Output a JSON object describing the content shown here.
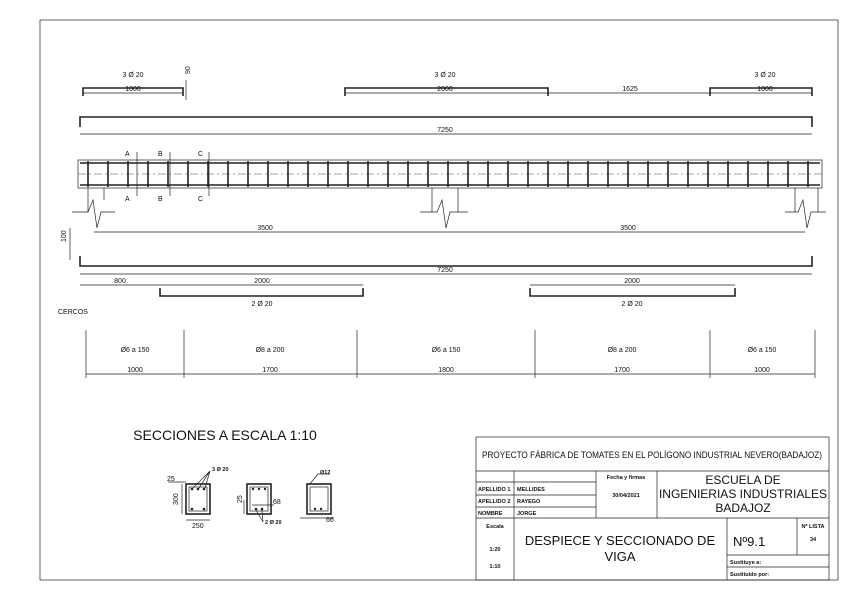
{
  "top_bars": [
    {
      "label": "3 Ø 20",
      "length": "1000"
    },
    {
      "label": "3 Ø 20",
      "length": "2000"
    },
    {
      "label": "3 Ø 20",
      "length": "1000"
    }
  ],
  "hook_dim": "90",
  "gap_dim": "1625",
  "total_top": "7250",
  "section_marks": [
    "A",
    "B",
    "C"
  ],
  "support_height": "100",
  "spans": [
    "3500",
    "3500"
  ],
  "total_bottom": "7250",
  "bottom_offset": "800",
  "bottom_bars": [
    {
      "label": "2 Ø 20",
      "length": "2000"
    },
    {
      "label": "2 Ø 20",
      "length": "2000"
    }
  ],
  "stirrups": {
    "title": "CERCOS",
    "zones": [
      {
        "spec": "Ø6 a 150",
        "length": "1000"
      },
      {
        "spec": "Ø8 a 200",
        "length": "1700"
      },
      {
        "spec": "Ø6 a 150",
        "length": "1800"
      },
      {
        "spec": "Ø8 a 200",
        "length": "1700"
      },
      {
        "spec": "Ø6 a 150",
        "length": "1000"
      }
    ]
  },
  "sections": {
    "title": "SECCIONES A ESCALA 1:10",
    "a": {
      "bars": "3 Ø 20",
      "cover": "25",
      "height": "300",
      "width": "250"
    },
    "b": {
      "cover": "25",
      "spacing": "68",
      "bars": "2 Ø 20"
    },
    "c": {
      "stirrup": "Ø12",
      "spacing": "66"
    }
  },
  "title_block": {
    "project": "PROYECTO FÁBRICA DE TOMATES EN EL POLÍGONO INDUSTRIAL NEVERO(BADAJOZ)",
    "rows": [
      {
        "label": "APELLIDO 1",
        "value": "MELLIDES"
      },
      {
        "label": "APELLIDO 2",
        "value": "RAYEGO"
      },
      {
        "label": "NOMBRE",
        "value": "JORGE"
      }
    ],
    "date_label": "Fecha y firmas",
    "date": "30/04/2021",
    "school": [
      "ESCUELA DE",
      "INGENIERIAS INDUSTRIALES",
      "BADAJOZ"
    ],
    "scale_label": "Escala",
    "scales": [
      "1:20",
      "1:10"
    ],
    "drawing_title": [
      "DESPIECE Y SECCIONADO DE",
      "VIGA"
    ],
    "number": "Nº9.1",
    "list_label": "Nº LISTA",
    "list_number": "34",
    "replaces": "Sustituye a:",
    "replaced_by": "Sustituido por:"
  }
}
